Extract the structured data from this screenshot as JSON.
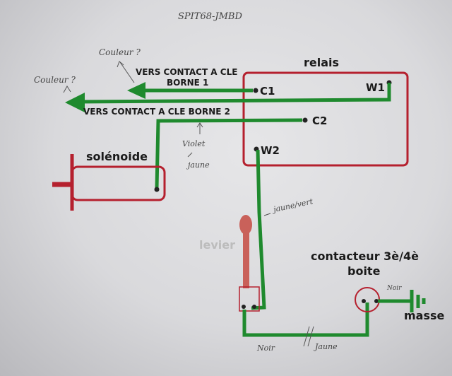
{
  "header": {
    "handwritten_title": "SPIT68-JMBD"
  },
  "colors": {
    "wire": "#1f8a2e",
    "component": "#b5202e",
    "lever": "#c9615a",
    "text": "#1a1a1a",
    "pencil": "#444444"
  },
  "components": {
    "relay": {
      "title": "relais",
      "pins": {
        "c1": "C1",
        "c2": "C2",
        "w1": "W1",
        "w2": "W2"
      }
    },
    "solenoid": {
      "title": "solénoide"
    },
    "lever": {
      "title": "levier"
    },
    "switch": {
      "title_line1": "contacteur 3è/4è",
      "title_line2": "boite"
    },
    "ground": {
      "title": "masse"
    }
  },
  "arrows": {
    "terminal_1": {
      "line1": "VERS CONTACT A CLE",
      "line2": "BORNE 1"
    },
    "terminal_2": {
      "label": "VERS CONTACT A CLE BORNE 2"
    }
  },
  "annotations": {
    "color_q1": "Couleur ?",
    "color_q2": "Couleur ?",
    "violet_jaune_line1": "Violet",
    "violet_jaune_line2": "jaune",
    "jaune_vert": "jaune/vert",
    "noir_top": "Noir",
    "noir_bottom": "Noir",
    "jaune_bottom": "Jaune"
  }
}
